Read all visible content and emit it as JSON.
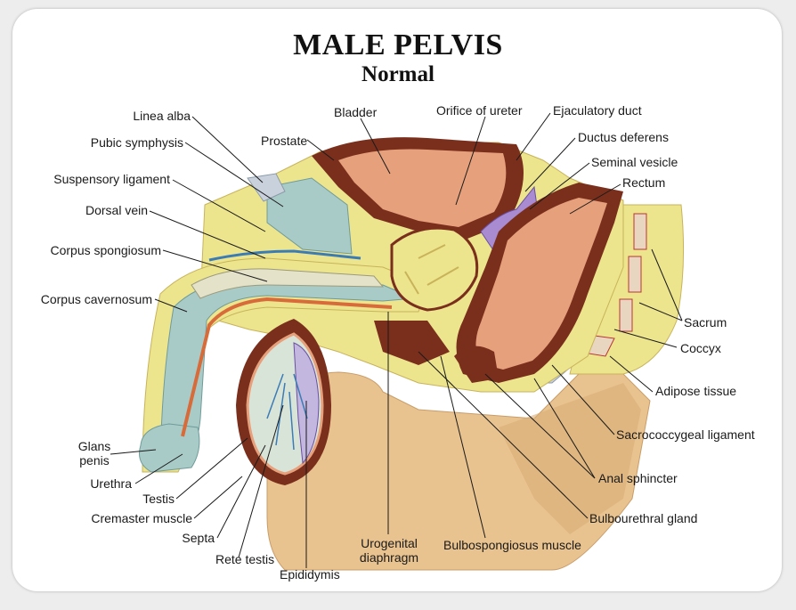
{
  "title": "MALE PELVIS",
  "subtitle": "Normal",
  "labels": {
    "linea_alba": "Linea alba",
    "pubic_symphysis": "Pubic symphysis",
    "suspensory_ligament": "Suspensory ligament",
    "dorsal_vein": "Dorsal vein",
    "corpus_spongiosum": "Corpus spongiosum",
    "corpus_cavernosum": "Corpus cavernosum",
    "glans_penis": "Glans\npenis",
    "urethra": "Urethra",
    "testis": "Testis",
    "cremaster_muscle": "Cremaster muscle",
    "septa": "Septa",
    "rete_testis": "Rete testis",
    "epididymis": "Epididymis",
    "urogenital_diaphragm": "Urogenital\ndiaphragm",
    "bulbospongiosus_muscle": "Bulbospongiosus muscle",
    "bulbourethral_gland": "Bulbourethral gland",
    "anal_sphincter": "Anal sphincter",
    "sacrococcygeal_ligament": "Sacrococcygeal ligament",
    "adipose_tissue": "Adipose tissue",
    "coccyx": "Coccyx",
    "sacrum": "Sacrum",
    "rectum": "Rectum",
    "seminal_vesicle": "Seminal vesicle",
    "ductus_deferens": "Ductus deferens",
    "ejaculatory_duct": "Ejaculatory duct",
    "orifice_of_ureter": "Orifice of ureter",
    "bladder": "Bladder",
    "prostate": "Prostate"
  },
  "colors": {
    "card": "#ffffff",
    "background": "#ededed",
    "base_tan": "#e9c38f",
    "fat_yellow": "#ece58e",
    "muscle_brown": "#7a2e1c",
    "tissue_pink": "#e6a07c",
    "blue_tissue": "#a9cbc8",
    "purple": "#a88bd0"
  }
}
